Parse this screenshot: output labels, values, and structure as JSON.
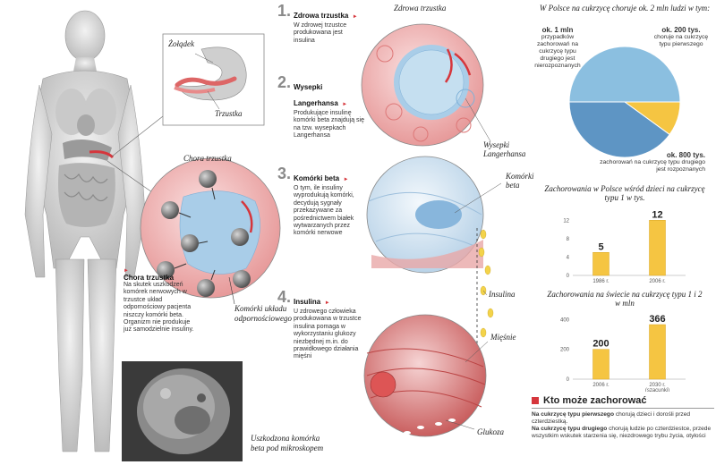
{
  "steps": [
    {
      "num": "1.",
      "title": "Zdrowa trzustka",
      "text": "W zdrowej trzustce produkowana jest insulina"
    },
    {
      "num": "2.",
      "title": "Wysepki Langerhansa",
      "text": "Produkujące insulinę komórki beta znajdują się na tzw. wysepkach Langerhansa"
    },
    {
      "num": "3.",
      "title": "Komórki beta",
      "text": "O tym, ile insuliny wyprodukują komórki, decydują sygnały przekazywane za pośrednictwem białek wytwarzanych przez komórki nerwowe"
    },
    {
      "num": "4.",
      "title": "Insulina",
      "text": "U zdrowego człowieka produkowana w trzustce insulina pomaga w wykorzystaniu glukozy niezbędnej m.in. do prawidłowego działania mięśni"
    }
  ],
  "labels": {
    "zoladek": "Żołądek",
    "trzustka": "Trzustka",
    "zdrowa_trzustka": "Zdrowa trzustka",
    "wysepki": "Wysepki Langerhansa",
    "komorki_beta": "Komórki beta",
    "insulina": "Insulina",
    "miesnie": "Mięśnie",
    "glukoza": "Glukoza",
    "chora_trzustka": "Chora trzustka",
    "komorki_ukladu": "Komórki układu odpornościowego",
    "uszkodzona": "Uszkodzona komórka beta pod mikroskopem"
  },
  "chora": {
    "title": "Chora trzustka",
    "text": "Na skutek uszkodzeń komórek nerwowych w trzustce układ odpornościowy pacjenta niszczy komórki beta. Organizm nie produkuje już samodzielnie insuliny."
  },
  "pie": {
    "title": "W Polsce na cukrzycę choruje ok. 2 mln ludzi w tym:",
    "left": {
      "value": "ok. 1 mln",
      "text": "przypadków zachorowań na cukrzycę typu drugiego jest nierozpoznanych"
    },
    "topright": {
      "value": "ok. 200 tys.",
      "text": "choruje na cukrzycę typu pierwszego"
    },
    "bottom": {
      "value": "ok. 800 tys.",
      "text": "zachorowań na cukrzycę typu drugiego jest rozpoznanych"
    }
  },
  "chart_data": [
    {
      "type": "bar",
      "title": "Zachorowania w Polsce wśród dzieci na cukrzycę typu 1 w tys.",
      "categories": [
        "1986 r.",
        "2006 r."
      ],
      "values": [
        5,
        12
      ],
      "value_labels": [
        "5",
        "12"
      ],
      "yticks": [
        "12",
        "8",
        "4",
        "0"
      ],
      "ylim": [
        0,
        14
      ],
      "color": "#f5c542"
    },
    {
      "type": "bar",
      "title": "Zachorowania na świecie na cukrzycę typu 1 i 2 w mln",
      "categories": [
        "2006 r.",
        "2030 r. (szacunki)"
      ],
      "values": [
        200,
        366
      ],
      "value_labels": [
        "200",
        "366"
      ],
      "yticks": [
        "400",
        "200",
        "0"
      ],
      "ylim": [
        0,
        420
      ],
      "color": "#f5c542"
    },
    {
      "type": "pie",
      "title": "W Polsce na cukrzycę choruje ok. 2 mln ludzi w tym:",
      "categories": [
        "nierozpoznane typu 2",
        "typ 1",
        "rozpoznane typu 2"
      ],
      "values": [
        1000,
        200,
        800
      ],
      "colors": [
        "#8bbfe0",
        "#f5c542",
        "#5e95c4"
      ]
    }
  ],
  "who": {
    "title": "Kto może zachorować",
    "t1_bold": "Na cukrzycę typu pierwszego",
    "t1": "chorują dzieci i dorośli przed czterdziestką.",
    "t2_bold": "Na cukrzycę typu drugiego",
    "t2": "chorują ludzie po czterdziestce, przede wszystkim wskutek starzenia się, niezdrowego trybu życia, otyłości"
  },
  "colors": {
    "accent": "#d6363c",
    "bar": "#f5c542",
    "pie_light": "#8bbfe0",
    "pie_dark": "#5e95c4",
    "pancreas": "#e88a8a"
  }
}
